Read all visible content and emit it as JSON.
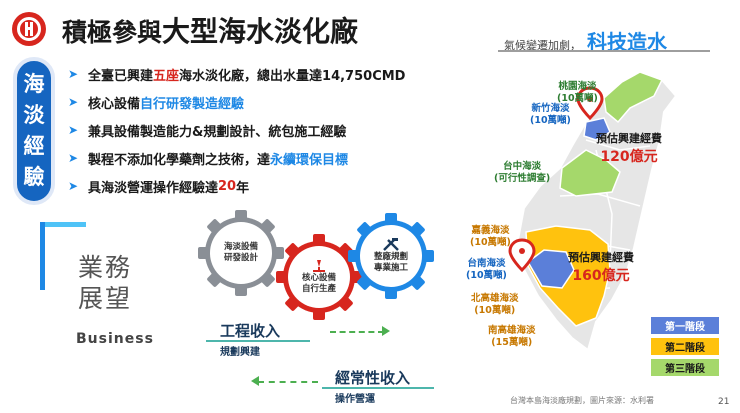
{
  "header": {
    "title_prefix": "積極參與",
    "title_main": "大型海水淡化廠",
    "tagline_small": "氣候變遷加劇，",
    "tagline_big": "科技造水"
  },
  "badge": {
    "chars": [
      "海",
      "淡",
      "經",
      "驗"
    ]
  },
  "bullets": [
    {
      "pre": "全臺已興建",
      "hl": "五座",
      "post": "海水淡化廠，總出水量達14,750CMD",
      "hl_color": "red"
    },
    {
      "pre": "核心設備",
      "hl": "自行研發製造經驗",
      "post": "",
      "hl_color": "blue"
    },
    {
      "pre": "兼具設備製造能力&規劃設計、統包施工經驗",
      "hl": "",
      "post": "",
      "hl_color": ""
    },
    {
      "pre": "製程不添加化學藥劑之技術，達",
      "hl": "永續環保目標",
      "post": "",
      "hl_color": "blue"
    },
    {
      "pre": "具海淡營運操作經驗達",
      "hl": "20",
      "post": "年",
      "hl_color": "red"
    }
  ],
  "business": {
    "title_line1": "業務",
    "title_line2": "展望",
    "title_en": "Business"
  },
  "gears": {
    "g1_line1": "海淡設備",
    "g1_line2": "研發設計",
    "g2_line1": "核心設備",
    "g2_line2": "自行生產",
    "g3_line1": "整廠規劃",
    "g3_line2": "專業施工",
    "g1_color": "#8a8f96",
    "g2_color": "#d7261e",
    "g3_color": "#1e88e5"
  },
  "income": {
    "eng_main": "工程收入",
    "eng_sub": "規劃興建",
    "ops_main": "經常性收入",
    "ops_sub": "操作營運"
  },
  "map": {
    "taoyuan": "桃園海淡",
    "taoyuan_cap": "(10萬噸)",
    "hsinchu": "新竹海淡",
    "hsinchu_cap": "(10萬噸)",
    "taichung": "台中海淡",
    "taichung_note": "(可行性調查)",
    "chiayi": "嘉義海淡",
    "chiayi_cap": "(10萬噸)",
    "tainan": "台南海淡",
    "tainan_cap": "(10萬噸)",
    "north_kaohsiung": "北高雄海淡",
    "north_kaohsiung_cap": "(10萬噸)",
    "south_kaohsiung": "南高雄海淡",
    "south_kaohsiung_cap": "(15萬噸)",
    "cost_label": "預估興建經費",
    "cost_north": "120億元",
    "cost_south": "160億元",
    "colors": {
      "phase1": "#5b7fd9",
      "phase2": "#ffc20e",
      "phase3": "#a5d86b"
    }
  },
  "legend": {
    "phase1": "第一階段",
    "phase2": "第二階段",
    "phase3": "第三階段"
  },
  "footer": {
    "source": "台灣本島海淡廠規劃，圖片來源：水利署",
    "page": "21"
  }
}
